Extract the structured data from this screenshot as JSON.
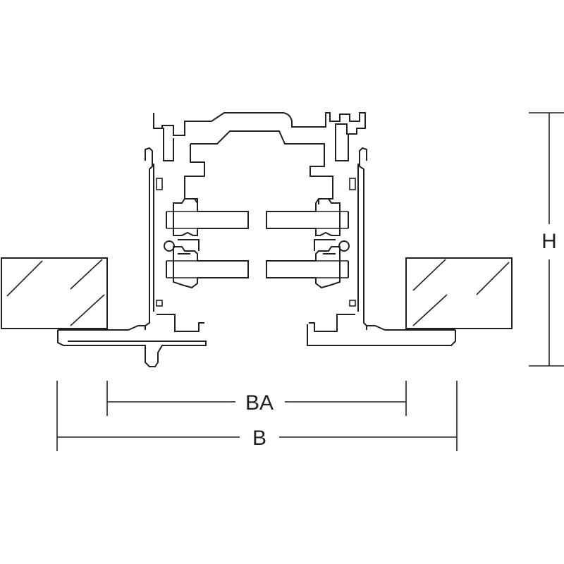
{
  "dimensions": {
    "height_label": "H",
    "inner_width_label": "BA",
    "outer_width_label": "B"
  },
  "colors": {
    "line": "#231f20",
    "background": "#ffffff"
  }
}
